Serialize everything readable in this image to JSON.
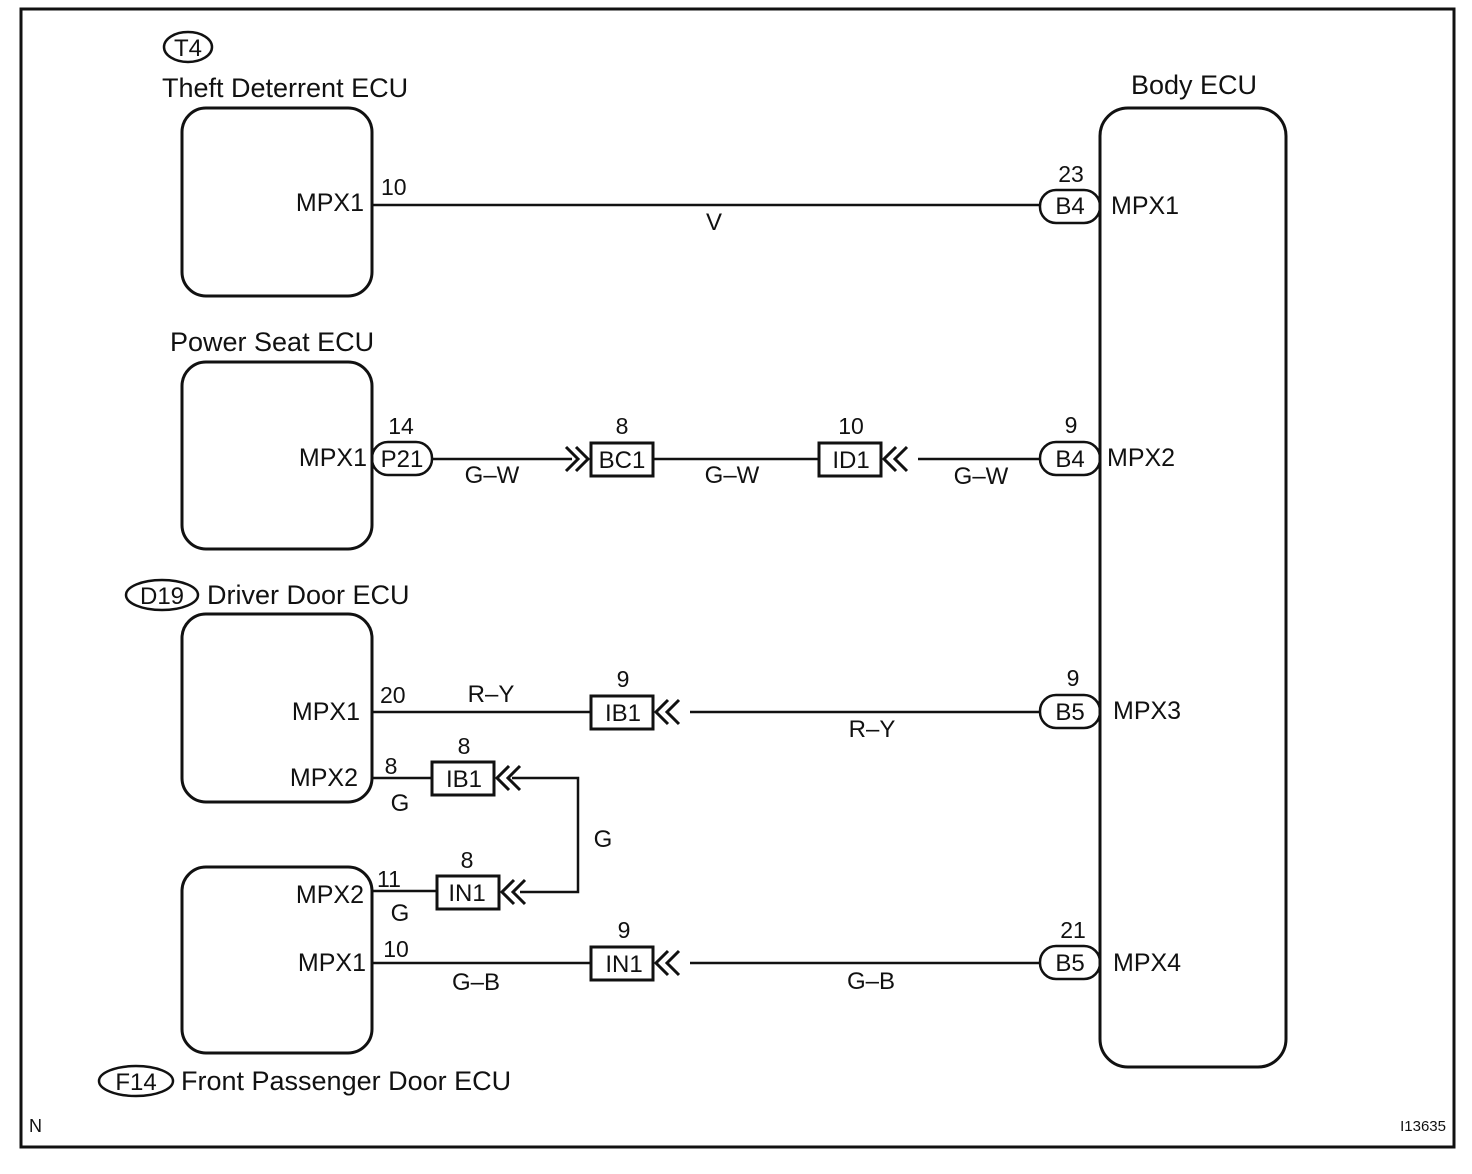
{
  "diagram": {
    "corner_letter": "N",
    "figure_id": "I13635",
    "ecus": {
      "theft": {
        "code": "T4",
        "title": "Theft Deterrent ECU",
        "pin": "MPX1",
        "pin_num": "10"
      },
      "power_seat": {
        "title": "Power Seat ECU",
        "pin": "MPX1",
        "pin_num": "14",
        "connector": "P21"
      },
      "driver_door": {
        "code": "D19",
        "title": "Driver Door ECU",
        "pin1": "MPX1",
        "pin1_num": "20",
        "pin2": "MPX2",
        "pin2_num": "8"
      },
      "front_passenger": {
        "code": "F14",
        "title": "Front Passenger Door ECU",
        "pin2": "MPX2",
        "pin2_num": "11",
        "pin1": "MPX1",
        "pin1_num": "10"
      },
      "body": {
        "title": "Body ECU",
        "pins": [
          {
            "name": "MPX1",
            "num": "23",
            "connector": "B4"
          },
          {
            "name": "MPX2",
            "num": "9",
            "connector": "B4"
          },
          {
            "name": "MPX3",
            "num": "9",
            "connector": "B5"
          },
          {
            "name": "MPX4",
            "num": "21",
            "connector": "B5"
          }
        ]
      }
    },
    "junctions": {
      "bc1": {
        "label": "BC1",
        "num": "8"
      },
      "id1": {
        "label": "ID1",
        "num": "10"
      },
      "ib1_a": {
        "label": "IB1",
        "num": "9"
      },
      "ib1_b": {
        "label": "IB1",
        "num": "8"
      },
      "in1_a": {
        "label": "IN1",
        "num": "8"
      },
      "in1_b": {
        "label": "IN1",
        "num": "9"
      }
    },
    "wires": {
      "v": "V",
      "gw1": "G–W",
      "gw2": "G–W",
      "gw3": "G–W",
      "ry1": "R–Y",
      "ry2": "R–Y",
      "g_driver": "G",
      "g_link": "G",
      "g_passenger": "G",
      "gb1": "G–B",
      "gb2": "G–B"
    }
  }
}
